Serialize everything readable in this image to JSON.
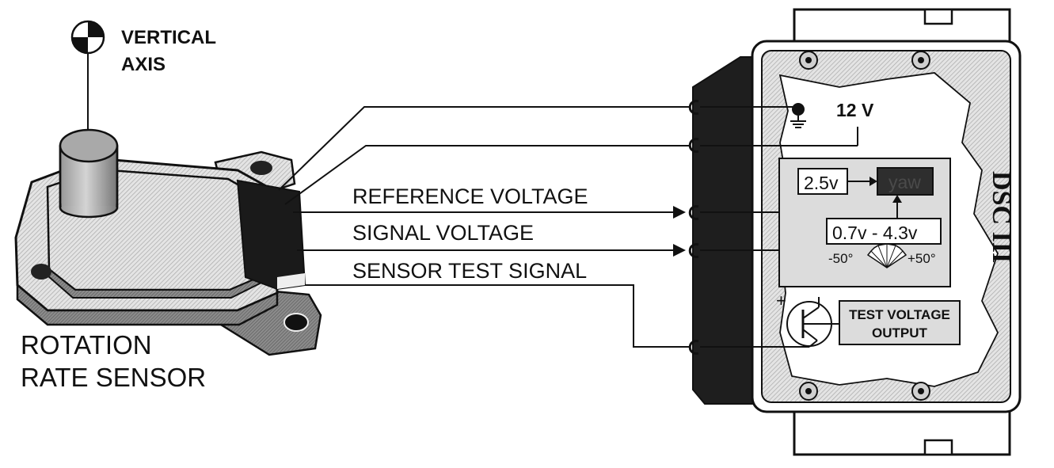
{
  "labels": {
    "vertical_axis_line1": "VERTICAL",
    "vertical_axis_line2": "AXIS",
    "sensor_name_line1": "ROTATION",
    "sensor_name_line2": "RATE SENSOR",
    "reference_voltage": "REFERENCE VOLTAGE",
    "signal_voltage": "SIGNAL VOLTAGE",
    "sensor_test_signal": "SENSOR TEST SIGNAL",
    "supply_voltage": "12 V",
    "module_name": "DSC III",
    "ref_value": "2.5v",
    "yaw": "yaw",
    "signal_range": "0.7v - 4.3v",
    "angle_min": "-50°",
    "angle_max": "+50°",
    "test_voltage_line1": "TEST VOLTAGE",
    "test_voltage_line2": "OUTPUT",
    "plus_sign": "+"
  },
  "colors": {
    "line": "#111111",
    "hatch_light": "#cfcfcf",
    "hatch_mid": "#9a9a9a",
    "dark": "#222222",
    "yaw_box": "#2e2e2e"
  }
}
